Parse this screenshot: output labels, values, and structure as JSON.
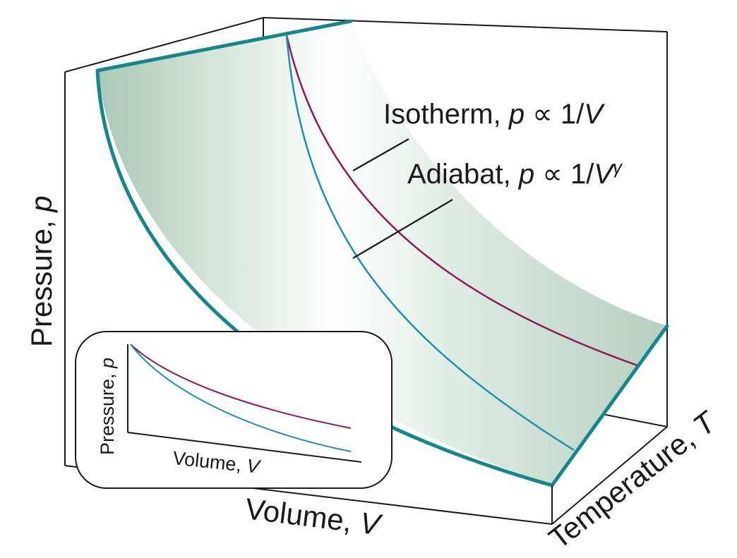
{
  "diagram": {
    "annotations": {
      "isotherm": {
        "prefix": "Isotherm, ",
        "p": "p",
        "rel": " ∝ 1/",
        "v": "V"
      },
      "adiabat": {
        "prefix": "Adiabat, ",
        "p": "p",
        "rel": " ∝ 1/",
        "v": "V",
        "exponent": "γ"
      }
    },
    "axes": {
      "pressure": {
        "text": "Pressure, ",
        "var": "p"
      },
      "volume": {
        "text": "Volume, ",
        "var": "V"
      },
      "temperature": {
        "text": "Temperature, ",
        "var": "T"
      }
    },
    "inset": {
      "pressure": {
        "text": "Pressure, ",
        "var": "p"
      },
      "volume": {
        "text": "Volume, ",
        "var": "V"
      }
    },
    "colors": {
      "isotherm": "#8b1a5c",
      "adiabat": "#1f8fae",
      "surface_edge": "#13878a",
      "surface_fill": "#c9ddd0",
      "box": "#1a1a1a"
    }
  }
}
